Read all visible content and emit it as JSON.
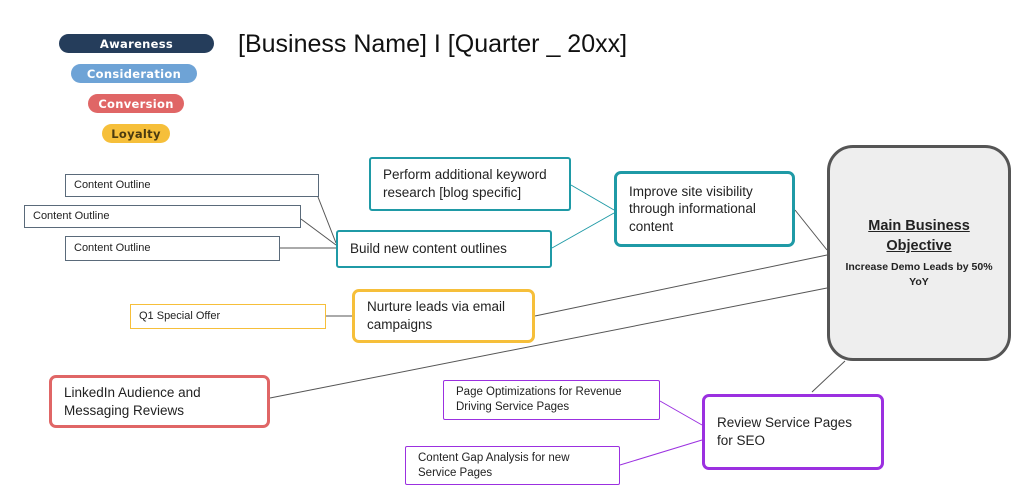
{
  "legend": {
    "awareness": "Awareness",
    "consideration": "Consideration",
    "conversion": "Conversion",
    "loyalty": "Loyalty"
  },
  "colors": {
    "awareness": "#253d5b",
    "consideration": "#6ea3d6",
    "conversion": "#e06666",
    "loyalty": "#f6bf3a",
    "teal": "#1f9aa6",
    "purple": "#9b30e0",
    "gray": "#555555"
  },
  "title": "[Business Name] I [Quarter _ 20xx]",
  "main_objective": {
    "title": "Main Business Objective",
    "subtitle": "Increase Demo Leads by 50% YoY"
  },
  "nodes": {
    "outline_1": "Content Outline",
    "outline_2": "Content Outline",
    "outline_3": "Content Outline",
    "keyword_research": "Perform additional keyword research [blog specific]",
    "build_outlines": "Build new content outlines",
    "site_visibility": "Improve site visibility through informational content",
    "q1_offer": "Q1 Special Offer",
    "nurture_leads": "Nurture leads via email campaigns",
    "linkedin": "LinkedIn Audience and Messaging Reviews",
    "page_optimizations": "Page Optimizations for Revenue Driving Service Pages",
    "content_gap": "Content Gap Analysis for new Service Pages",
    "review_service": "Review Service Pages for SEO"
  }
}
